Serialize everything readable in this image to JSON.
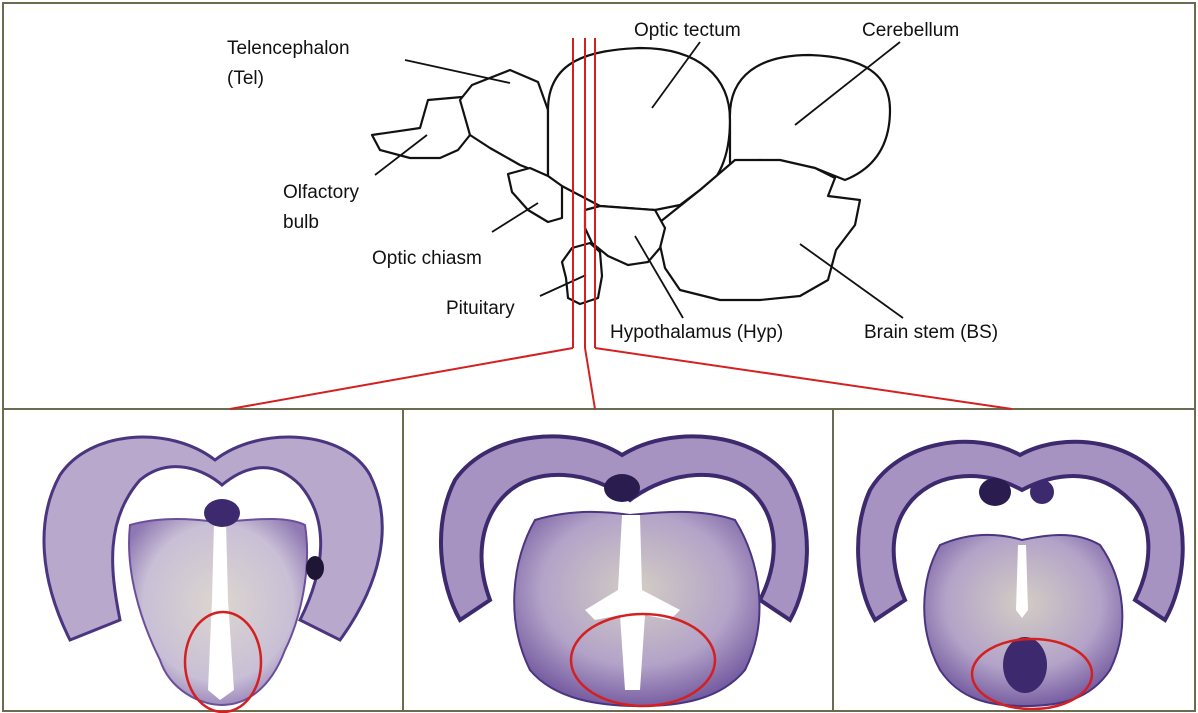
{
  "diagram": {
    "structures": [
      {
        "id": "telencephalon",
        "label_lines": [
          "Telencephalon",
          "(Tel)"
        ]
      },
      {
        "id": "optic-tectum",
        "label_lines": [
          "Optic tectum"
        ]
      },
      {
        "id": "cerebellum",
        "label_lines": [
          "Cerebellum"
        ]
      },
      {
        "id": "olfactory-bulb",
        "label_lines": [
          "Olfactory",
          "bulb"
        ]
      },
      {
        "id": "optic-chiasm",
        "label_lines": [
          "Optic chiasm"
        ]
      },
      {
        "id": "pituitary",
        "label_lines": [
          "Pituitary"
        ]
      },
      {
        "id": "hypothalamus",
        "label_lines": [
          "Hypothalamus (Hyp)"
        ]
      },
      {
        "id": "brain-stem",
        "label_lines": [
          "Brain stem (BS)"
        ]
      }
    ],
    "section_count": 3,
    "colors": {
      "cut_lines": "#d42020",
      "highlight_ellipse": "#d42020",
      "outline": "#111111",
      "panel_border": "#6b6b52",
      "stain_dark": "#3d2a6e",
      "stain_mid": "#7a5fa8",
      "stain_light": "#c9bfd6",
      "tissue_pale": "#dcd6cf"
    }
  }
}
